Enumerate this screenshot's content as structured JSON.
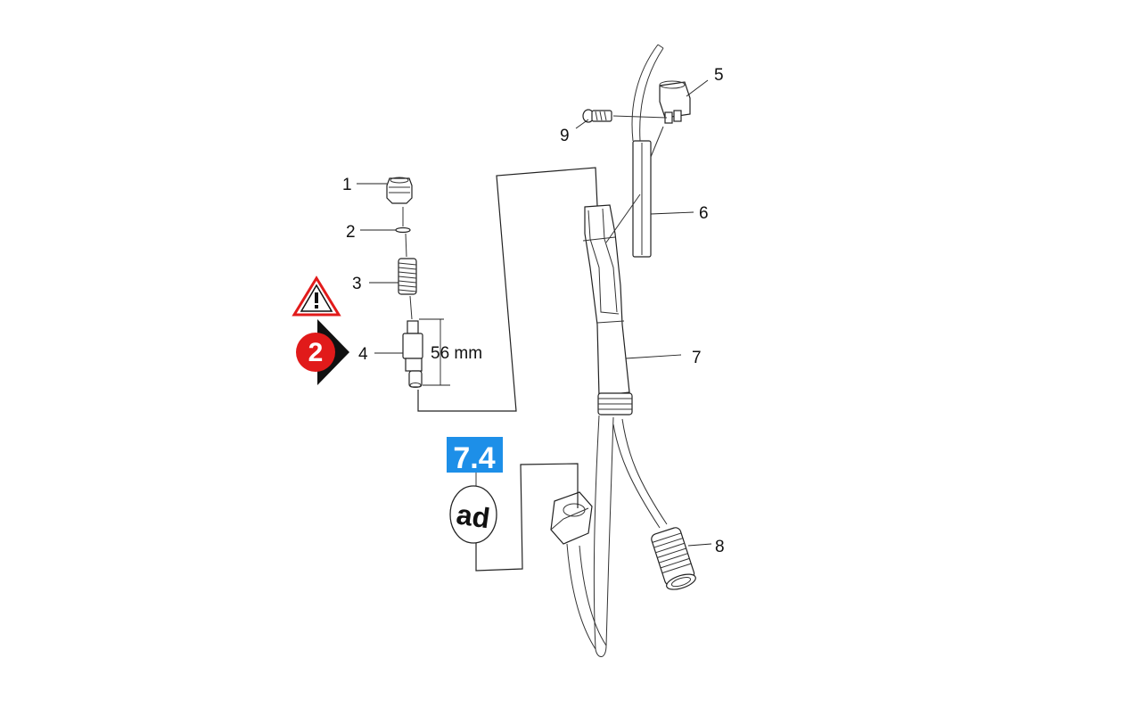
{
  "callouts": [
    "1",
    "2",
    "3",
    "4",
    "5",
    "6",
    "7",
    "8",
    "9"
  ],
  "dimension": "56 mm",
  "step_badge": "2",
  "section_ref": "7.4",
  "tool_badge": "ad",
  "colors": {
    "warning_red": "#e21b1b",
    "step_red": "#e11a1a",
    "section_blue": "#1d8fe8",
    "line": "#222222"
  },
  "icons": [
    "warning-triangle-icon",
    "step-arrow-icon",
    "tool-ad-icon"
  ]
}
